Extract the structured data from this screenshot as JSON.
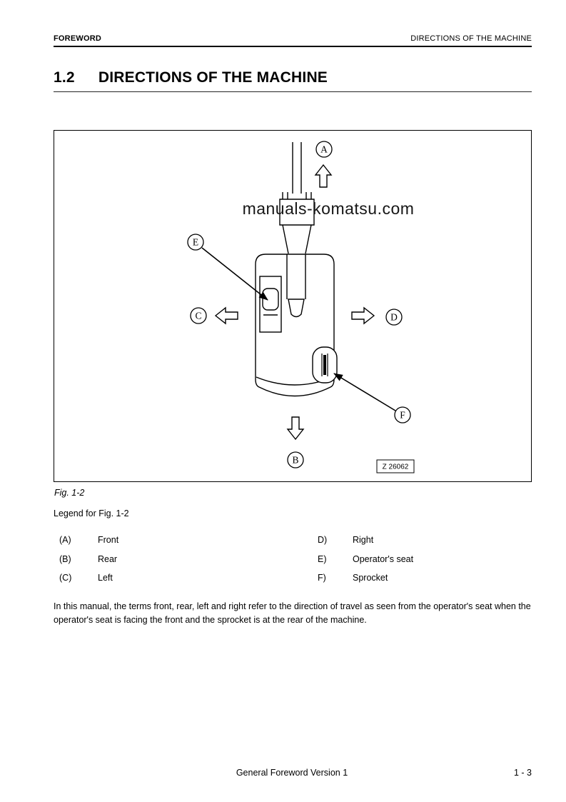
{
  "page": {
    "header_left": "FOREWORD",
    "header_right": "DIRECTIONS OF THE MACHINE",
    "title_number": "1.2",
    "title_text": "DIRECTIONS OF THE MACHINE",
    "footer_center": "General Foreword Version 1",
    "footer_right": "1 - 3"
  },
  "figure": {
    "caption": "Fig. 1-2",
    "watermark": "manuals-komatsu.com",
    "drawing_code": "Z 26062",
    "labels": {
      "front": "A",
      "rear": "B",
      "left": "C",
      "right": "D",
      "seat": "E",
      "sprocket": "F"
    }
  },
  "legend": {
    "title": "Legend for Fig. 1-2",
    "rows": [
      {
        "key1": "(A)",
        "label1": "Front",
        "key2": "D)",
        "label2": "Right"
      },
      {
        "key1": "(B)",
        "label1": "Rear",
        "key2": "E)",
        "label2": "Operator's seat"
      },
      {
        "key1": "(C)",
        "label1": "Left",
        "key2": "F)",
        "label2": "Sprocket"
      }
    ]
  },
  "body_text": "In this manual, the terms front, rear, left and right refer to the direction of travel as seen from the operator's seat when the operator's seat is facing the front and the sprocket is at the rear of the machine."
}
